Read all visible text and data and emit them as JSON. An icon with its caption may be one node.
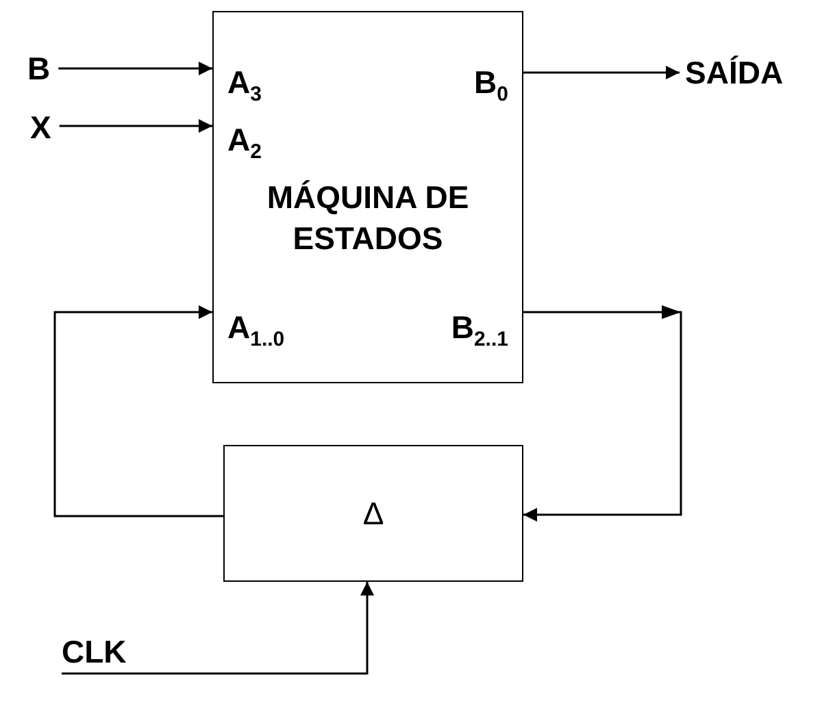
{
  "diagram": {
    "nodes": [
      {
        "text": [
          "MÁQUINA DE ESTADOS"
        ]
      },
      {
        "text": [
          "B"
        ]
      },
      {
        "text": [
          "X"
        ]
      },
      {
        "text": [
          "SAÍDA"
        ]
      },
      {
        "text": [
          "Δ"
        ]
      },
      {
        "text": [
          "CLK"
        ]
      }
    ],
    "edges": [
      {
        "from": 1,
        "to": 0,
        "arrow": "to"
      },
      {
        "from": 2,
        "to": 0,
        "arrow": "to"
      },
      {
        "from": 0,
        "to": 3,
        "arrow": "to"
      },
      {
        "from": 0,
        "to": 4,
        "arrow": "to"
      },
      {
        "from": 4,
        "to": 0,
        "arrow": "to"
      },
      {
        "from": 5,
        "to": 4,
        "arrow": "to"
      }
    ],
    "labels": [
      "A$_{3}$",
      "B$_{0}$",
      "A$_{2}$",
      "A$_{1..0}$",
      "B$_{2..1}$"
    ]
  }
}
